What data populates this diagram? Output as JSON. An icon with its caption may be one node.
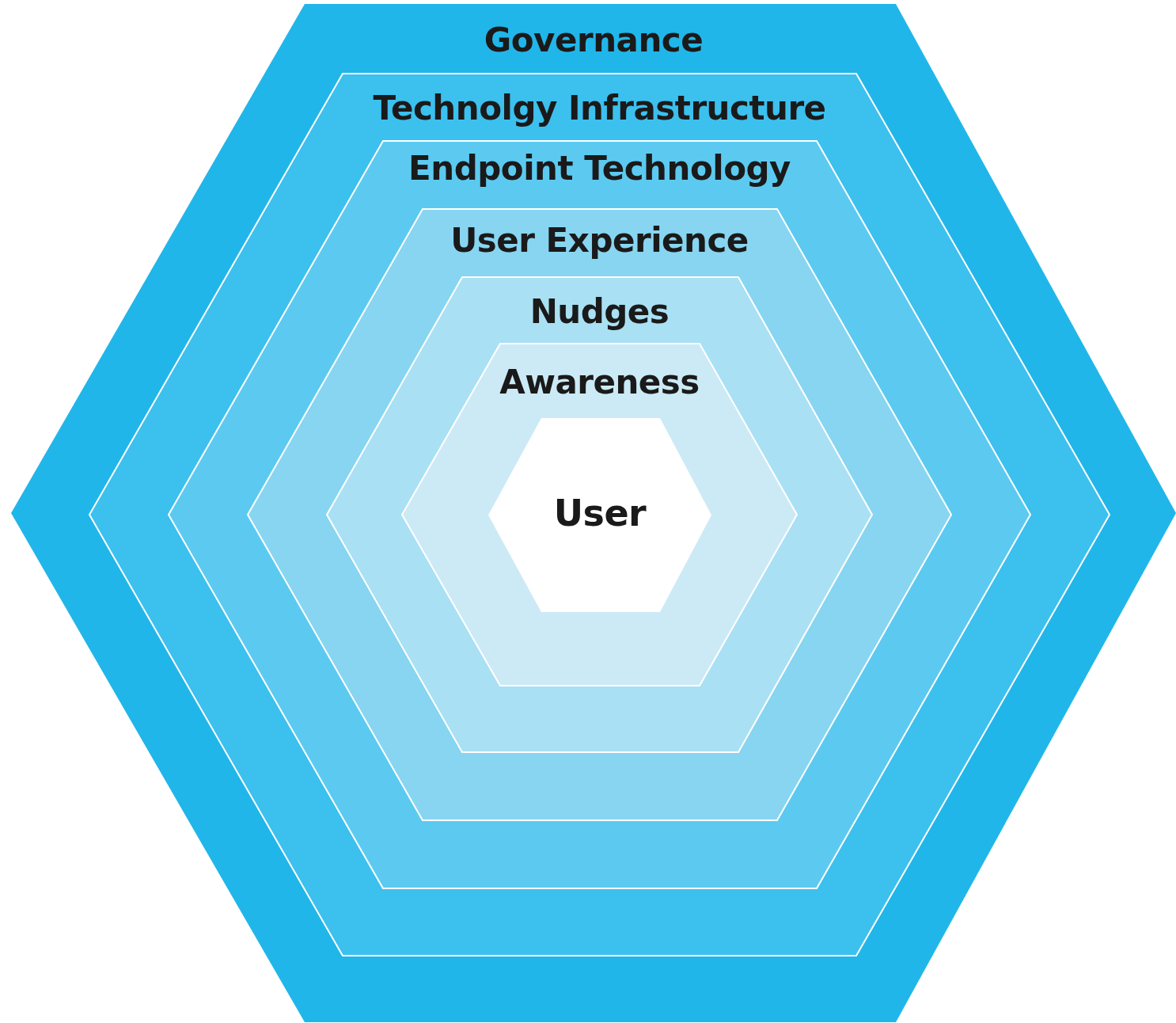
{
  "diagram": {
    "nodes": [
      {
        "text": [
          "Governance"
        ]
      },
      {
        "text": [
          "Technolgy Infrastructure"
        ],
        "in": 0
      },
      {
        "text": [
          "Endpoint Technology"
        ],
        "in": 1
      },
      {
        "text": [
          "User Experience"
        ],
        "in": 2
      },
      {
        "text": [
          "Nudges"
        ],
        "in": 3
      },
      {
        "text": [
          "Awareness"
        ],
        "in": 4
      },
      {
        "text": [
          "User"
        ],
        "in": 5
      }
    ]
  }
}
